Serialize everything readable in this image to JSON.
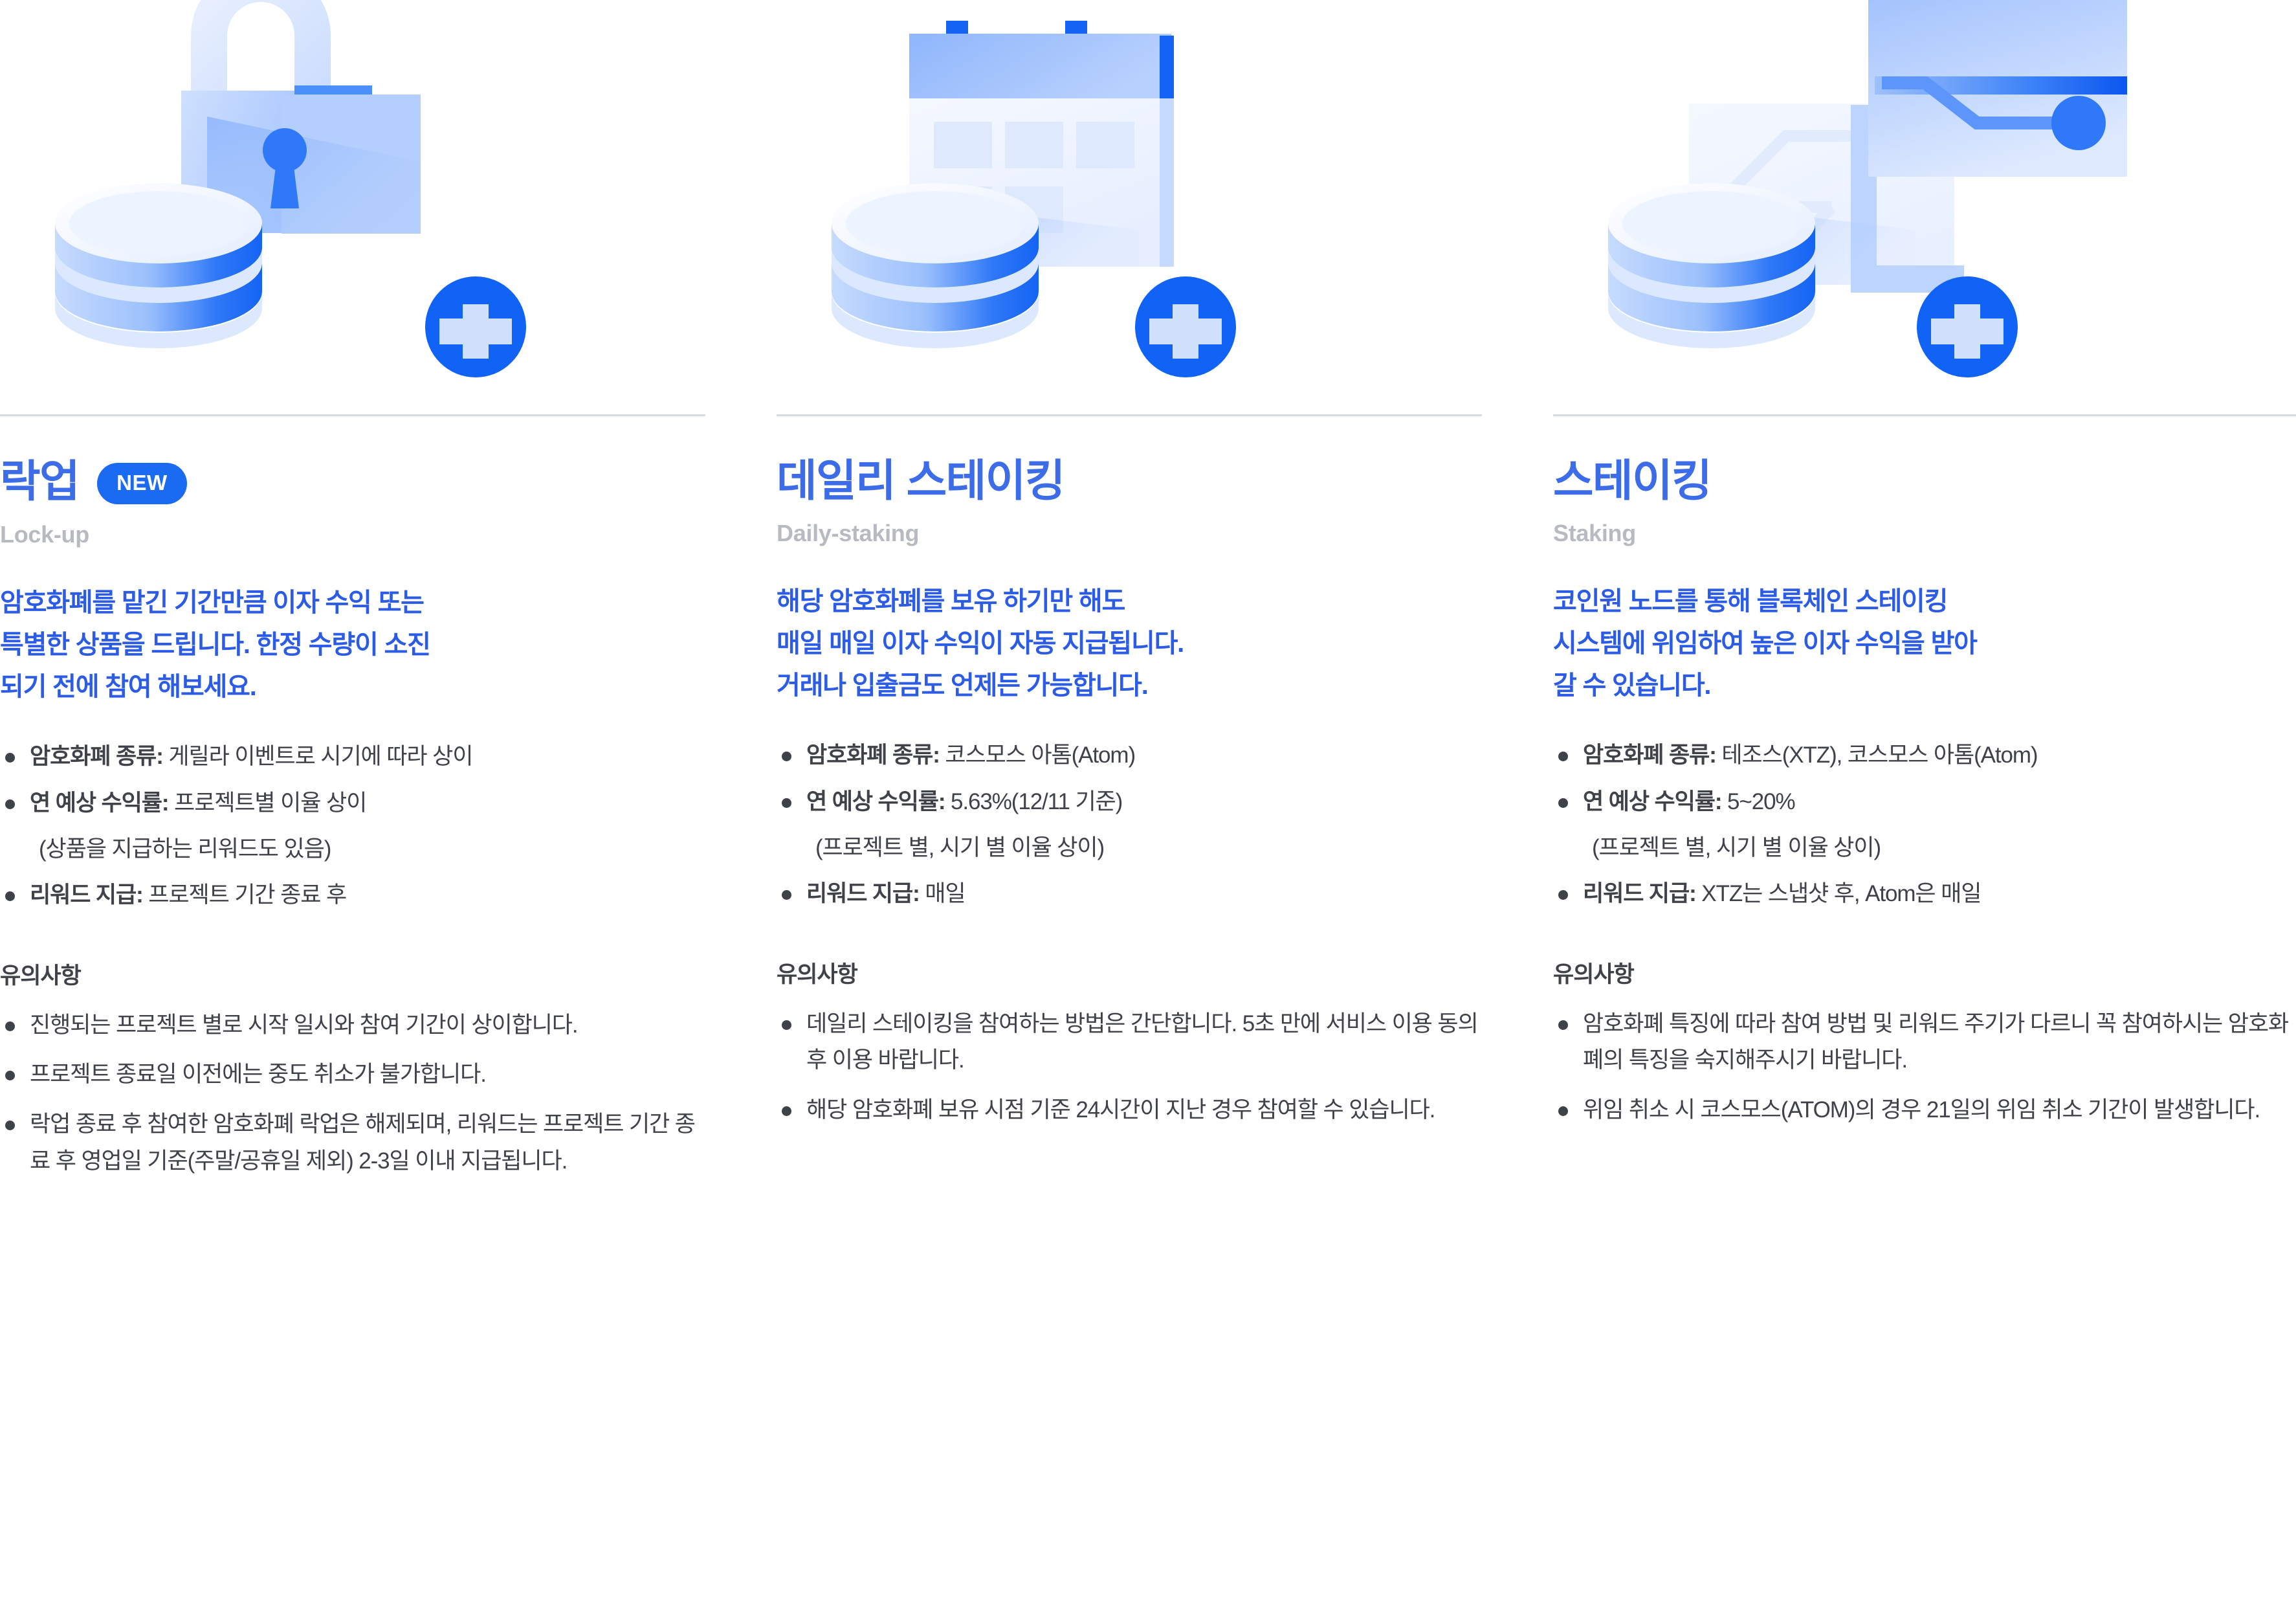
{
  "theme": {
    "brand_blue": "#1a6bf2",
    "title_blue": "#3d6ce8",
    "lead_blue": "#2c5ce6",
    "body_gray": "#3f4249",
    "subtitle_gray": "#b7bac0",
    "divider_gray": "#d6d9de"
  },
  "cards": [
    {
      "illustration": "lock-with-coins-icon",
      "title_ko": "락업",
      "badge": "NEW",
      "title_en": "Lock-up",
      "lead": "암호화폐를 맡긴 기간만큼 이자 수익 또는 특별한 상품을 드립니다. 한정 수량이 소진 되기 전에 참여 해보세요.",
      "lead_lines": [
        "암호화폐를 맡긴 기간만큼 이자 수익 또는",
        "특별한 상품을 드립니다. 한정 수량이 소진",
        "되기 전에 참여 해보세요."
      ],
      "specs": [
        {
          "label": "암호화폐 종류:",
          "value": " 게릴라 이벤트로 시기에 따라 상이"
        },
        {
          "label": "연 예상 수익률:",
          "value": " 프로젝트별 이율 상이",
          "sub": "(상품을 지급하는 리워드도 있음)"
        },
        {
          "label": "리워드 지급:",
          "value": " 프로젝트 기간 종료 후"
        }
      ],
      "notice_title": "유의사항",
      "notices": [
        "진행되는 프로젝트 별로 시작 일시와 참여 기간이 상이합니다.",
        "프로젝트 종료일 이전에는 중도 취소가 불가합니다.",
        "락업 종료 후 참여한 암호화폐 락업은 해제되며, 리워드는 프로젝트 기간 종료 후 영업일 기준(주말/공휴일 제외) 2-3일 이내 지급됩니다."
      ]
    },
    {
      "illustration": "calendar-with-coins-icon",
      "title_ko": "데일리 스테이킹",
      "badge": "",
      "title_en": "Daily-staking",
      "lead": "해당 암호화폐를 보유 하기만 해도 매일 매일 이자 수익이 자동 지급됩니다. 거래나 입출금도 언제든 가능합니다.",
      "lead_lines": [
        "해당 암호화폐를 보유 하기만 해도",
        "매일 매일 이자 수익이 자동 지급됩니다.",
        "거래나 입출금도 언제든 가능합니다."
      ],
      "specs": [
        {
          "label": "암호화폐 종류:",
          "value": " 코스모스 아톰(Atom)"
        },
        {
          "label": "연 예상 수익률:",
          "value": " 5.63%(12/11 기준)",
          "sub": "(프로젝트 별, 시기 별 이율 상이)"
        },
        {
          "label": "리워드 지급:",
          "value": " 매일"
        }
      ],
      "notice_title": "유의사항",
      "notices": [
        "데일리 스테이킹을 참여하는 방법은 간단합니다. 5초 만에 서비스 이용 동의 후 이용 바랍니다.",
        "해당 암호화폐 보유 시점 기준 24시간이 지난 경우 참여할 수 있습니다."
      ]
    },
    {
      "illustration": "blockchain-node-with-coins-icon",
      "title_ko": "스테이킹",
      "badge": "",
      "title_en": "Staking",
      "lead": "코인원 노드를 통해 블록체인 스테이킹 시스템에 위임하여 높은 이자 수익을 받아 갈 수 있습니다.",
      "lead_lines": [
        "코인원 노드를 통해 블록체인 스테이킹",
        "시스템에 위임하여 높은 이자 수익을 받아",
        "갈 수 있습니다."
      ],
      "specs": [
        {
          "label": "암호화폐 종류:",
          "value": " 테조스(XTZ), 코스모스 아톰(Atom)"
        },
        {
          "label": "연 예상 수익률:",
          "value": " 5~20%",
          "sub": "(프로젝트 별, 시기 별 이율 상이)"
        },
        {
          "label": "리워드 지급:",
          "value": " XTZ는 스냅샷 후, Atom은 매일"
        }
      ],
      "notice_title": "유의사항",
      "notices": [
        "암호화폐 특징에 따라 참여 방법 및 리워드 주기가 다르니 꼭 참여하시는 암호화폐의 특징을 숙지해주시기 바랍니다.",
        "위임 취소 시 코스모스(ATOM)의 경우 21일의 위임 취소 기간이 발생합니다."
      ]
    }
  ]
}
